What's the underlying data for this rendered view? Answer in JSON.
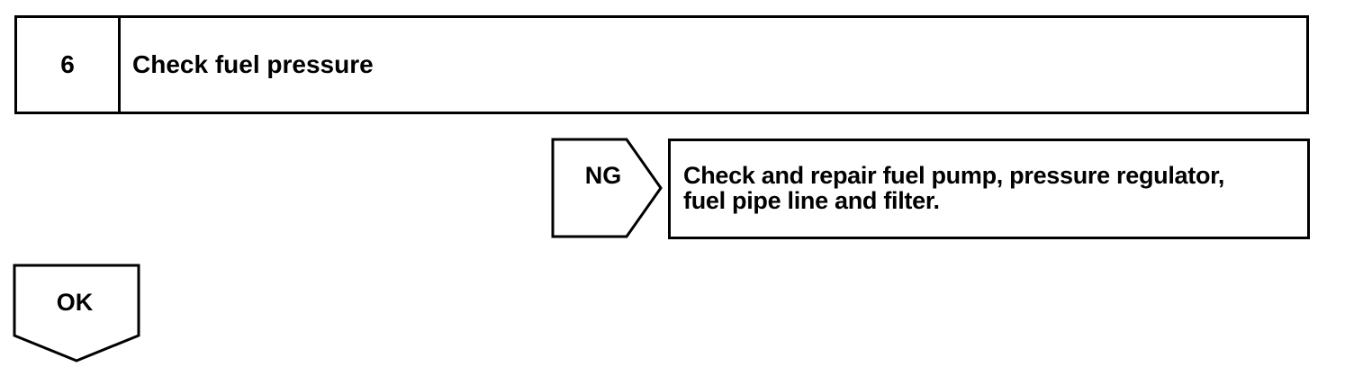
{
  "step": {
    "number": "6",
    "title": "Check fuel pressure"
  },
  "ng_branch": {
    "label": "NG",
    "action_lines": [
      "Check and repair fuel pump, pressure regulator,",
      "fuel pipe line and filter."
    ]
  },
  "ok_branch": {
    "label": "OK"
  },
  "colors": {
    "line": "#000000",
    "background": "#ffffff"
  }
}
